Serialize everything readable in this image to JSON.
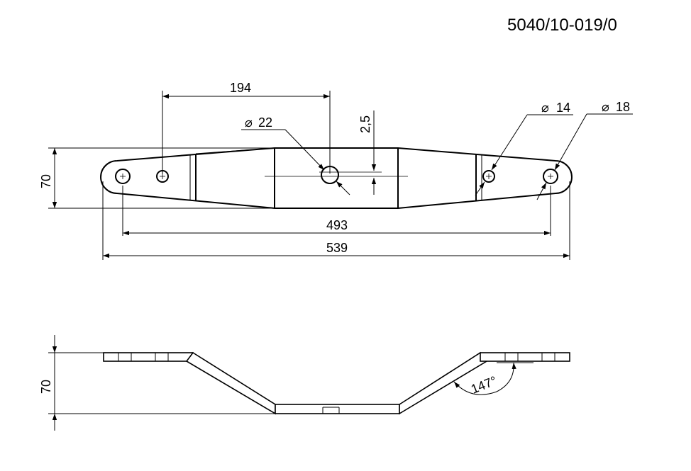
{
  "drawing_number": "5040/10-019/0",
  "dimensions": {
    "d194": "194",
    "d70_top": "70",
    "d2_5": "2,5",
    "d493": "493",
    "d539": "539",
    "d70_side": "70",
    "angle": "147°"
  },
  "holes": {
    "center": "22",
    "small": "14",
    "large": "18"
  },
  "symbols": {
    "diameter": "⌀"
  }
}
